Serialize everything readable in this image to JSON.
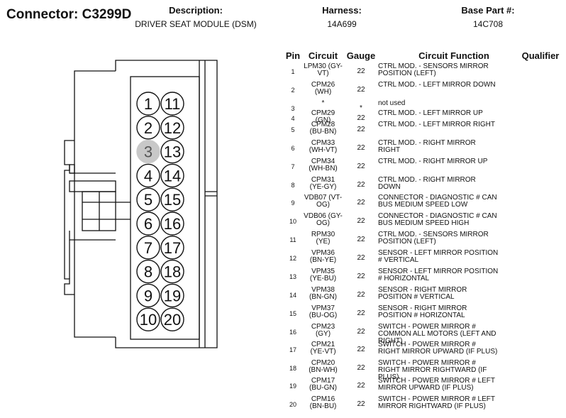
{
  "header": {
    "connector_label": "Connector: C3299D",
    "description_label": "Description:",
    "description_value": "DRIVER SEAT MODULE (DSM)",
    "harness_label": "Harness:",
    "harness_value": "14A699",
    "base_part_label": "Base Part #:",
    "base_part_value": "14C708"
  },
  "table": {
    "columns": [
      "Pin",
      "Circuit",
      "Gauge",
      "Circuit Function",
      "Qualifier"
    ],
    "rows": [
      {
        "pin": "1",
        "circuit": "LPM30 (GY-VT)",
        "gauge": "22",
        "function": "CTRL MOD. - SENSORS MIRROR POSITION (LEFT)",
        "qualifier": ""
      },
      {
        "pin": "2",
        "circuit": "CPM26 (WH)",
        "gauge": "22",
        "function": "CTRL MOD. - LEFT MIRROR DOWN",
        "qualifier": ""
      },
      {
        "pin": "3",
        "circuit": "*",
        "gauge": "*",
        "function": "not used",
        "qualifier": ""
      },
      {
        "pin": "4",
        "circuit": "CPM29 (GN)",
        "gauge": "22",
        "function": "CTRL MOD. - LEFT MIRROR UP",
        "qualifier": ""
      },
      {
        "pin": "5",
        "circuit": "CPM28 (BU-BN)",
        "gauge": "22",
        "function": "CTRL MOD. - LEFT MIRROR RIGHT",
        "qualifier": ""
      },
      {
        "pin": "6",
        "circuit": "CPM33 (WH-VT)",
        "gauge": "22",
        "function": "CTRL MOD. - RIGHT MIRROR RIGHT",
        "qualifier": ""
      },
      {
        "pin": "7",
        "circuit": "CPM34 (WH-BN)",
        "gauge": "22",
        "function": "CTRL MOD. - RIGHT MIRROR UP",
        "qualifier": ""
      },
      {
        "pin": "8",
        "circuit": "CPM31 (YE-GY)",
        "gauge": "22",
        "function": "CTRL MOD. - RIGHT MIRROR DOWN",
        "qualifier": ""
      },
      {
        "pin": "9",
        "circuit": "VDB07 (VT-OG)",
        "gauge": "22",
        "function": "CONNECTOR - DIAGNOSTIC # CAN BUS MEDIUM SPEED LOW",
        "qualifier": ""
      },
      {
        "pin": "10",
        "circuit": "VDB06 (GY-OG)",
        "gauge": "22",
        "function": "CONNECTOR - DIAGNOSTIC # CAN BUS MEDIUM SPEED HIGH",
        "qualifier": ""
      },
      {
        "pin": "11",
        "circuit": "RPM30 (YE)",
        "gauge": "22",
        "function": "CTRL MOD. - SENSORS MIRROR POSITION (LEFT)",
        "qualifier": ""
      },
      {
        "pin": "12",
        "circuit": "VPM36 (BN-YE)",
        "gauge": "22",
        "function": "SENSOR - LEFT MIRROR POSITION # VERTICAL",
        "qualifier": ""
      },
      {
        "pin": "13",
        "circuit": "VPM35 (YE-BU)",
        "gauge": "22",
        "function": "SENSOR - LEFT MIRROR POSITION # HORIZONTAL",
        "qualifier": ""
      },
      {
        "pin": "14",
        "circuit": "VPM38 (BN-GN)",
        "gauge": "22",
        "function": "SENSOR - RIGHT MIRROR POSITION # VERTICAL",
        "qualifier": ""
      },
      {
        "pin": "15",
        "circuit": "VPM37 (BU-OG)",
        "gauge": "22",
        "function": "SENSOR - RIGHT MIRROR POSITION # HORIZONTAL",
        "qualifier": ""
      },
      {
        "pin": "16",
        "circuit": "CPM23 (GY)",
        "gauge": "22",
        "function": "SWITCH - POWER MIRROR # COMMON ALL MOTORS (LEFT AND RIGHT)",
        "qualifier": ""
      },
      {
        "pin": "17",
        "circuit": "CPM21 (YE-VT)",
        "gauge": "22",
        "function": "SWITCH - POWER MIRROR # RIGHT MIRROR UPWARD (IF PLUS)",
        "qualifier": ""
      },
      {
        "pin": "18",
        "circuit": "CPM20 (BN-WH)",
        "gauge": "22",
        "function": "SWITCH - POWER MIRROR # RIGHT MIRROR RIGHTWARD (IF PLUS)",
        "qualifier": ""
      },
      {
        "pin": "19",
        "circuit": "CPM17 (BU-GN)",
        "gauge": "22",
        "function": "SWITCH - POWER MIRROR # LEFT MIRROR UPWARD (IF PLUS)",
        "qualifier": ""
      },
      {
        "pin": "20",
        "circuit": "CPM16 (BN-BU)",
        "gauge": "22",
        "function": "SWITCH - POWER MIRROR # LEFT MIRROR RIGHTWARD (IF PLUS)",
        "qualifier": ""
      }
    ]
  },
  "connector": {
    "left_column_pins": [
      "1",
      "2",
      "3",
      "4",
      "5",
      "6",
      "7",
      "8",
      "9",
      "10"
    ],
    "right_column_pins": [
      "11",
      "12",
      "13",
      "14",
      "15",
      "16",
      "17",
      "18",
      "19",
      "20"
    ],
    "unused_pins": [
      "3"
    ],
    "unused_fill_color": "#c8c8c8",
    "outline_color": "#111111"
  }
}
